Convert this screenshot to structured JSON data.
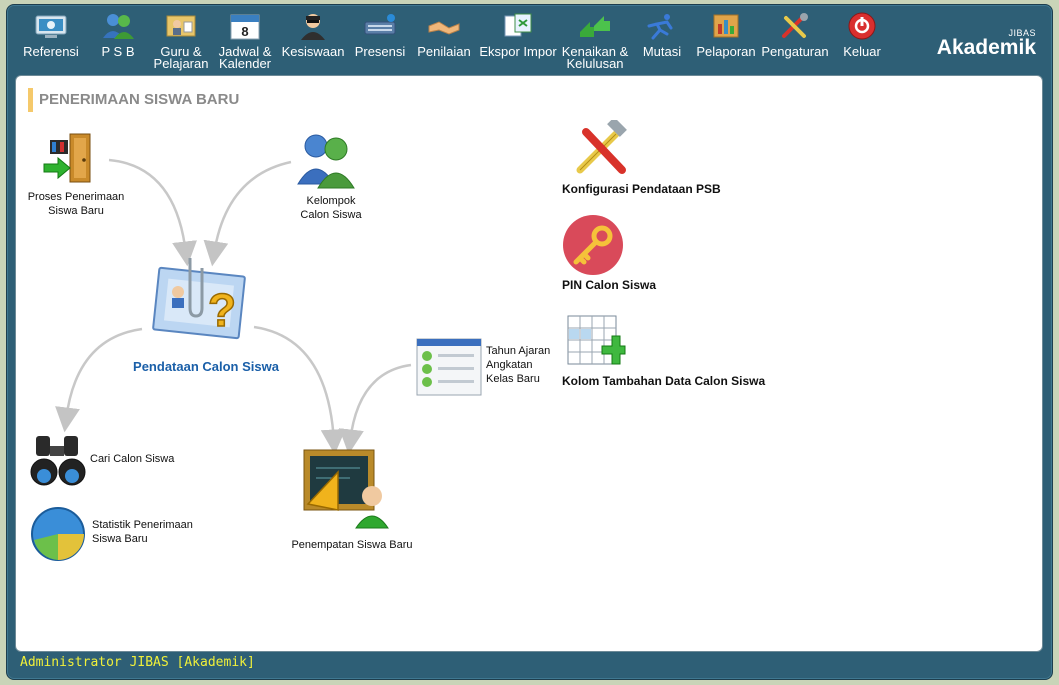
{
  "menu": [
    {
      "id": "referensi",
      "label": "Referensi"
    },
    {
      "id": "psb",
      "label": "P S B"
    },
    {
      "id": "guru",
      "label": "Guru &\nPelajaran"
    },
    {
      "id": "jadwal",
      "label": "Jadwal &\nKalender"
    },
    {
      "id": "kesiswaan",
      "label": "Kesiswaan"
    },
    {
      "id": "presensi",
      "label": "Presensi"
    },
    {
      "id": "penilaian",
      "label": "Penilaian"
    },
    {
      "id": "ekspor",
      "label": "Ekspor Impor"
    },
    {
      "id": "kenaikan",
      "label": "Kenaikan &\nKelulusan"
    },
    {
      "id": "mutasi",
      "label": "Mutasi"
    },
    {
      "id": "pelaporan",
      "label": "Pelaporan"
    },
    {
      "id": "pengaturan",
      "label": "Pengaturan"
    },
    {
      "id": "keluar",
      "label": "Keluar"
    }
  ],
  "calendar_icon_number": "8",
  "brand": {
    "small": "JIBAS",
    "big": "Akademik"
  },
  "page": {
    "title": "PENERIMAAN SISWA BARU"
  },
  "nodes": {
    "proses": "Proses Penerimaan\nSiswa Baru",
    "kelompok": "Kelompok\nCalon Siswa",
    "pendataan": "Pendataan Calon Siswa",
    "tahun": "Tahun Ajaran\nAngkatan\nKelas Baru",
    "cari": "Cari Calon Siswa",
    "statistik": "Statistik Penerimaan\nSiswa Baru",
    "penempatan": "Penempatan Siswa Baru",
    "konfigurasi": "Konfigurasi Pendataan PSB",
    "pin": "PIN Calon Siswa",
    "kolom": "Kolom Tambahan Data Calon Siswa"
  },
  "status": {
    "text": "Administrator JIBAS [Akademik]"
  },
  "colors": {
    "frame": "#2e5f76",
    "panel": "#ffffff",
    "accent_bar": "#f5c96b",
    "primary_link": "#1a5fa8",
    "status_text": "#f0f03a"
  }
}
